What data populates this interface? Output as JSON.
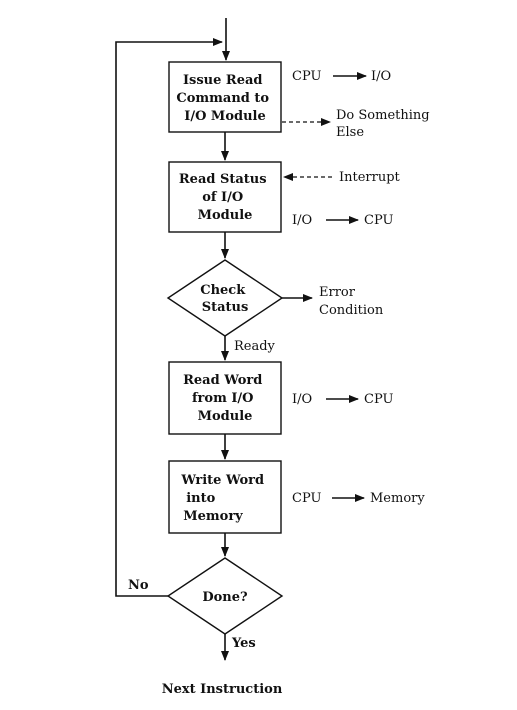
{
  "flowchart": {
    "step1": {
      "lines": [
        "Issue Read",
        "Command to",
        "I/O Module"
      ],
      "transfer": {
        "from": "CPU",
        "to": "I/O"
      },
      "side_note": [
        "Do Something",
        "Else"
      ]
    },
    "step2": {
      "lines": [
        "Read Status",
        "of I/O",
        "Module"
      ],
      "transfer": {
        "from": "I/O",
        "to": "CPU"
      },
      "side_note": "Interrupt"
    },
    "decision1": {
      "lines": [
        "Check",
        "Status"
      ],
      "side_outcome": [
        "Error",
        "Condition"
      ],
      "down_label": "Ready"
    },
    "step3": {
      "lines": [
        "Read Word",
        "from I/O",
        "Module"
      ],
      "transfer": {
        "from": "I/O",
        "to": "CPU"
      }
    },
    "step4": {
      "lines": [
        "Write Word",
        "into",
        "Memory"
      ],
      "transfer": {
        "from": "CPU",
        "to": "Memory"
      }
    },
    "decision2": {
      "label": "Done?",
      "no_label": "No",
      "yes_label": "Yes"
    },
    "exit_label": "Next Instruction"
  }
}
